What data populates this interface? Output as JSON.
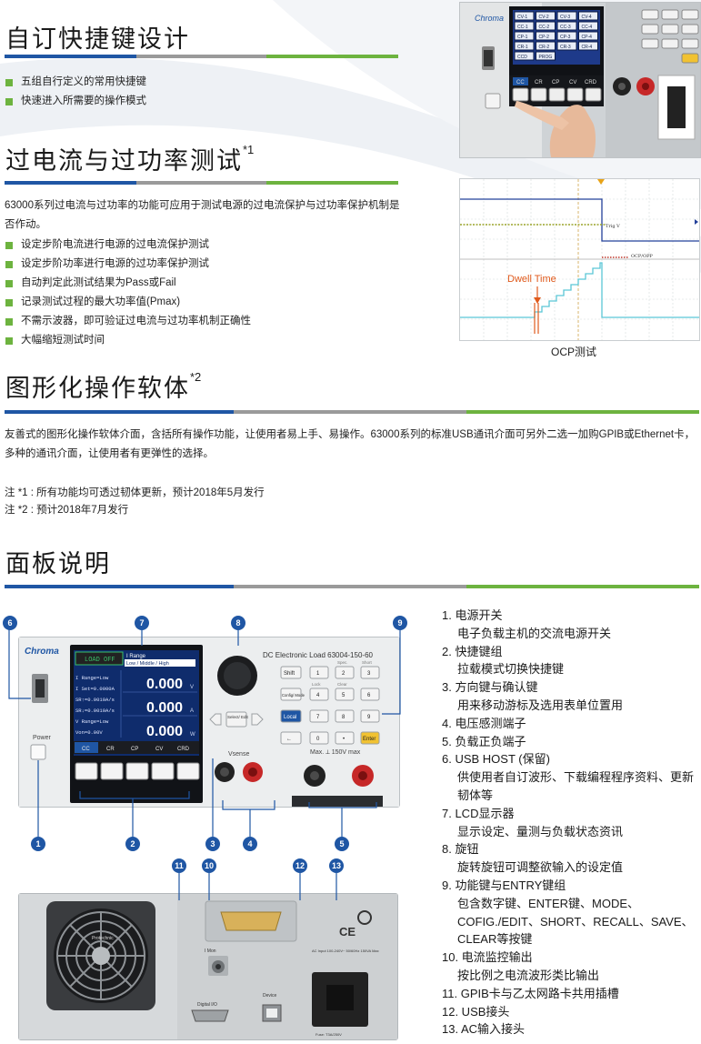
{
  "sections": {
    "hotkey": {
      "title": "自订快捷键设计",
      "bullets": [
        "五组自行定义的常用快捷键",
        "快速进入所需要的操作模式"
      ]
    },
    "ocp": {
      "title": "过电流与过功率测试",
      "sup": "*1",
      "intro": "63000系列过电流与过功率的功能可应用于测试电源的过电流保护与过功率保护机制是否作动。",
      "bullets": [
        "设定步阶电流进行电源的过电流保护测试",
        "设定步阶功率进行电源的过功率保护测试",
        "自动判定此测试结果为Pass或Fail",
        "记录测试过程的最大功率值(Pmax)",
        "不需示波器，即可验证过电流与过功率机制正确性",
        "大幅缩短测试时间"
      ],
      "chart_caption": "OCP测试",
      "chart_dwell_label": "Dwell Time",
      "chart_trig_label": "Trig V",
      "chart_ocp_label": "OCP/OPP"
    },
    "gui": {
      "title": "图形化操作软体",
      "sup": "*2",
      "text": "友善式的图形化操作软体介面，含括所有操作功能，让使用者易上手、易操作。63000系列的标准USB通讯介面可另外二选一加购GPIB或Ethernet卡，多种的通讯介面，让使用者有更弹性的选择。"
    },
    "notes": [
      "注 *1 : 所有功能均可透过韧体更新，预计2018年5月发行",
      "注 *2 : 预计2018年7月发行"
    ],
    "panel": {
      "title": "面板说明",
      "items": [
        {
          "t": "1. 电源开关",
          "d": "电子负载主机的交流电源开关"
        },
        {
          "t": "2. 快捷键组",
          "d": "拉载模式切换快捷键"
        },
        {
          "t": "3. 方向键与确认键",
          "d": "用来移动游标及选用表单位置用"
        },
        {
          "t": "4. 电压感测端子",
          "d": ""
        },
        {
          "t": "5. 负载正负端子",
          "d": ""
        },
        {
          "t": "6. USB HOST (保留)",
          "d": "供使用者自订波形、下载编程程序资料、更新韧体等"
        },
        {
          "t": "7. LCD显示器",
          "d": "显示设定、量测与负载状态资讯"
        },
        {
          "t": "8. 旋钮",
          "d": "旋转旋钮可调整欲输入的设定值"
        },
        {
          "t": "9. 功能键与ENTRY键组",
          "d": "包含数字键、ENTER键、MODE、COFIG./EDIT、SHORT、RECALL、SAVE、CLEAR等按键"
        },
        {
          "t": "10. 电流监控输出",
          "d": "按比例之电流波形类比输出"
        },
        {
          "t": "11. GPIB卡与乙太网路卡共用插槽",
          "d": ""
        },
        {
          "t": "12. USB接头",
          "d": ""
        },
        {
          "t": "13. AC输入接头",
          "d": ""
        }
      ]
    }
  },
  "device": {
    "brand": "Chroma",
    "model": "DC Electronic Load 63004-150-60",
    "load_state": "LOAD OFF",
    "range_header": "I Range",
    "range_options": "Low / Middle / High",
    "readouts": [
      "I Range=Low",
      "I Set=0.0000A",
      "SR↑=0.0010A/s",
      "SR↓=0.0010A/s",
      "V Range=Low",
      "Von=0.00V"
    ],
    "values": [
      "0.000",
      "0.000",
      "0.000"
    ],
    "units": [
      "V",
      "A",
      "W"
    ],
    "modes": [
      "CC",
      "CR",
      "CP",
      "CV",
      "CRD"
    ],
    "shortcut_keys": [
      "CV-1",
      "CV-2",
      "CV-3",
      "CV-4",
      "CC-1",
      "CC-2",
      "CC-3",
      "CC-4",
      "CP-1",
      "CP-2",
      "CP-3",
      "CP-4",
      "CR-1",
      "CR-2",
      "CR-3",
      "CR-4",
      "CCD",
      "PROG"
    ],
    "keys": {
      "shift": "Shift",
      "config": "Config/ Mode",
      "local": "Local",
      "one": "1",
      "two": "2",
      "three": "3",
      "four": "4",
      "five": "5",
      "six": "6",
      "seven": "7",
      "eight": "8",
      "nine": "9",
      "zero": "0",
      "dot": "•",
      "lock": "Lock",
      "clear": "Clear",
      "short": "Short",
      "spec": "Spec.",
      "select": "Select/ Edit",
      "enter": "Enter",
      "back": "←"
    },
    "power_label": "Power",
    "vsense_label": "Vsense",
    "load_label": "Max. ⟂ 150V max",
    "rear": {
      "fan_brand": "Protechnic",
      "imon": "I Mon",
      "digital_io": "Digital I/O",
      "device": "Device",
      "ac_input": "AC Input 100-240V~ 50/60Hz 150VA Max",
      "fuse": "Fuse: T3A/250V"
    }
  },
  "callouts": [
    "1",
    "2",
    "3",
    "4",
    "5",
    "6",
    "7",
    "8",
    "9",
    "10",
    "11",
    "12",
    "13"
  ],
  "colors": {
    "accent_blue": "#1f56a4",
    "accent_green": "#6db33f",
    "bar_gray": "#9a9a9a",
    "lcd_blue": "#1846a0"
  }
}
